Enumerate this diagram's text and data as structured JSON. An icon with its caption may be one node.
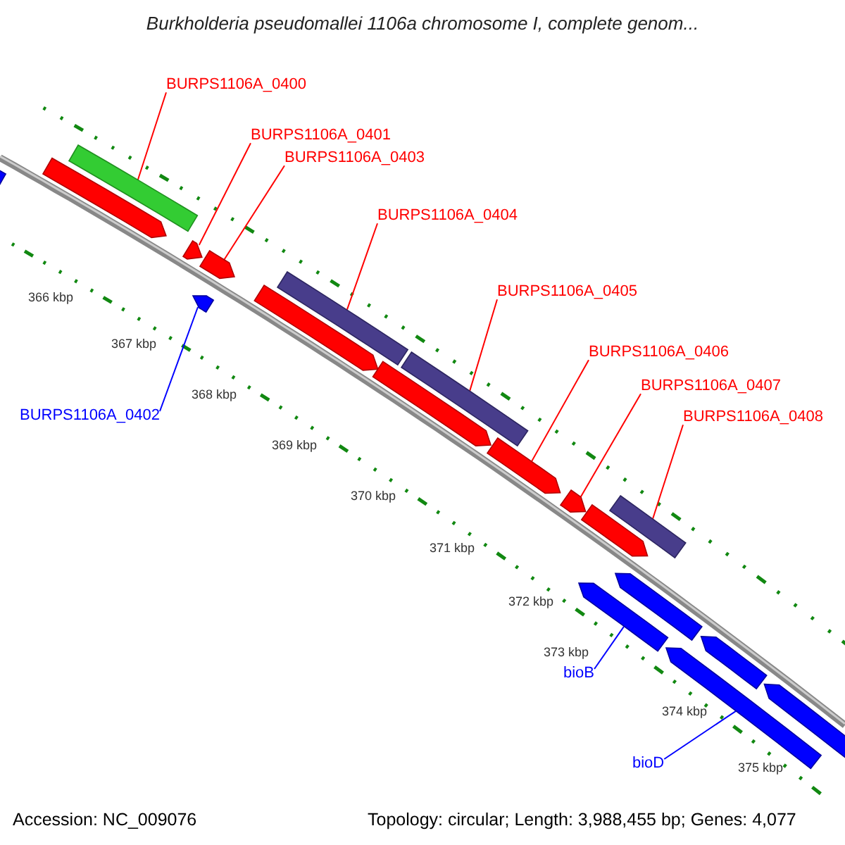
{
  "diagram": {
    "title": "Burkholderia pseudomallei 1106a chromosome I, complete genom...",
    "nodes": [
      {
        "text": [
          "BURPS1106A_0400"
        ]
      },
      {
        "text": [
          "BURPS1106A_0401"
        ]
      },
      {
        "text": [
          "BURPS1106A_0403"
        ]
      },
      {
        "text": [
          "BURPS1106A_0404"
        ]
      },
      {
        "text": [
          "BURPS1106A_0405"
        ]
      },
      {
        "text": [
          "BURPS1106A_0406"
        ]
      },
      {
        "text": [
          "BURPS1106A_0407"
        ]
      },
      {
        "text": [
          "BURPS1106A_0408"
        ]
      },
      {
        "text": [
          "BURPS1106A_0402"
        ]
      },
      {
        "text": [
          "bioB"
        ]
      },
      {
        "text": [
          "bioD"
        ]
      },
      {
        "text": [],
        "shape": "bar"
      },
      {
        "text": [],
        "shape": "bar"
      },
      {
        "text": [],
        "shape": "bar"
      },
      {
        "text": [],
        "shape": "bar"
      },
      {
        "text": [],
        "shape": "bar"
      },
      {
        "text": [],
        "shape": "bar"
      },
      {
        "text": [],
        "shape": "bar"
      },
      {
        "text": [],
        "shape": "bar"
      },
      {
        "text": [],
        "shape": "bar"
      },
      {
        "text": [],
        "shape": "bar"
      },
      {
        "text": [],
        "shape": "bar"
      }
    ],
    "edges": [
      {
        "from": 0,
        "to": 11,
        "arrow": "none"
      },
      {
        "from": 1,
        "to": 12,
        "arrow": "none"
      },
      {
        "from": 2,
        "to": 13,
        "arrow": "none"
      },
      {
        "from": 3,
        "to": 15,
        "arrow": "none"
      },
      {
        "from": 4,
        "to": 16,
        "arrow": "none"
      },
      {
        "from": 5,
        "to": 17,
        "arrow": "none"
      },
      {
        "from": 6,
        "to": 18,
        "arrow": "none"
      },
      {
        "from": 7,
        "to": 19,
        "arrow": "none"
      },
      {
        "from": 8,
        "to": 14,
        "arrow": "none",
        "color": "#0000ff"
      },
      {
        "from": 9,
        "to": 20,
        "arrow": "none",
        "color": "#0000ff"
      },
      {
        "from": 10,
        "to": 21,
        "arrow": "none",
        "color": "#0000ff"
      }
    ],
    "labels": [
      "366 kbp",
      "367 kbp",
      "368 kbp",
      "369 kbp",
      "370 kbp",
      "371 kbp",
      "372 kbp",
      "373 kbp",
      "374 kbp",
      "375 kbp",
      "Accession: NC_009076",
      "Topology: circular; Length: 3,988,455 bp; Genes: 4,077"
    ]
  }
}
